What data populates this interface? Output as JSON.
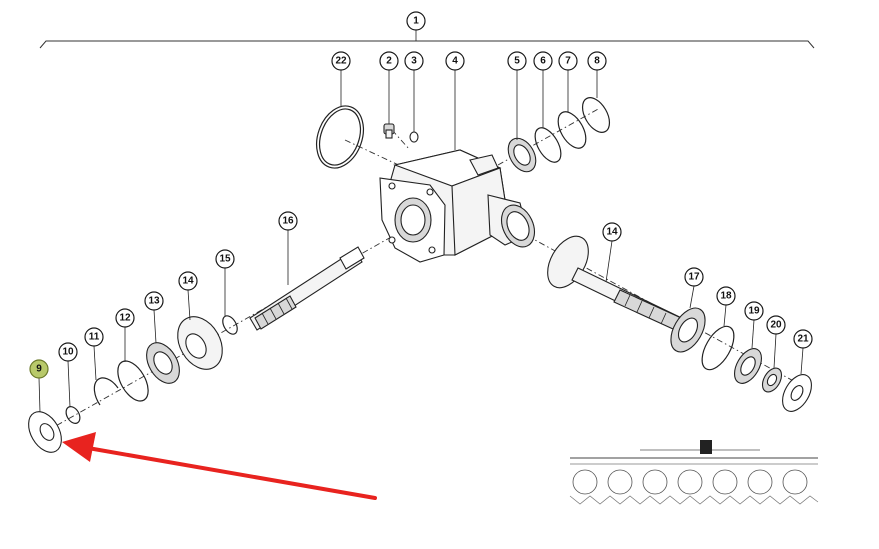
{
  "colors": {
    "highlight_fill": "#b8c96a",
    "arrow": "#e8231f",
    "line": "#222222"
  },
  "callouts": [
    {
      "id": "c1",
      "label": "1"
    },
    {
      "id": "c2",
      "label": "2"
    },
    {
      "id": "c3",
      "label": "3"
    },
    {
      "id": "c4",
      "label": "4"
    },
    {
      "id": "c5",
      "label": "5"
    },
    {
      "id": "c6",
      "label": "6"
    },
    {
      "id": "c7",
      "label": "7"
    },
    {
      "id": "c8",
      "label": "8"
    },
    {
      "id": "c9",
      "label": "9",
      "highlighted": true
    },
    {
      "id": "c10",
      "label": "10"
    },
    {
      "id": "c11",
      "label": "11"
    },
    {
      "id": "c12",
      "label": "12"
    },
    {
      "id": "c13",
      "label": "13"
    },
    {
      "id": "c14a",
      "label": "14"
    },
    {
      "id": "c14b",
      "label": "14"
    },
    {
      "id": "c15",
      "label": "15"
    },
    {
      "id": "c16",
      "label": "16"
    },
    {
      "id": "c17",
      "label": "17"
    },
    {
      "id": "c18",
      "label": "18"
    },
    {
      "id": "c19",
      "label": "19"
    },
    {
      "id": "c20",
      "label": "20"
    },
    {
      "id": "c21",
      "label": "21"
    },
    {
      "id": "c22",
      "label": "22"
    }
  ],
  "highlighted_part": "9",
  "pointer_icon": "red-arrow-icon"
}
